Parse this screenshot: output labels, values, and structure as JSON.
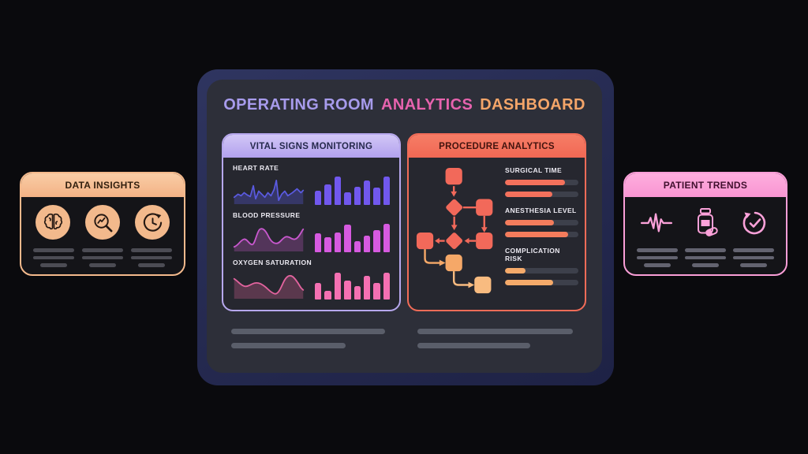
{
  "canvas": {
    "background": "#0a0a0d"
  },
  "dashboard": {
    "title": {
      "part1": "OPERATING ROOM",
      "part2": "ANALYTICS",
      "part3": "DASHBOARD",
      "part1_color": "#a79bec",
      "part2_color": "#e763ae",
      "part3_color": "#f4a569"
    },
    "vital_signs": {
      "header": "VITAL SIGNS MONITORING",
      "accent": "#b7a8ee",
      "header_text_color": "#262a4d",
      "rows": [
        {
          "label": "HEART RATE",
          "line_type": "jagged",
          "line_color": "#5a5ae0",
          "area_color": "rgba(90,90,224,0.32)",
          "bar_color": "#7158ee",
          "bars": [
            0.48,
            0.68,
            0.95,
            0.42,
            0.6,
            0.82,
            0.58,
            0.96
          ]
        },
        {
          "label": "BLOOD PRESSURE",
          "line_type": "smooth",
          "line_color": "#c858ce",
          "area_color": "rgba(200,88,206,0.28)",
          "bar_color": "#d65ae0",
          "bars": [
            0.62,
            0.5,
            0.66,
            0.92,
            0.38,
            0.56,
            0.74,
            0.96
          ]
        },
        {
          "label": "OXYGEN SATURATION",
          "line_type": "smooth",
          "line_color": "#e2639e",
          "area_color": "rgba(226,99,158,0.28)",
          "bar_color": "#f470b2",
          "bars": [
            0.55,
            0.3,
            0.9,
            0.62,
            0.45,
            0.8,
            0.55,
            0.9
          ]
        }
      ]
    },
    "procedure": {
      "header": "PROCEDURE ANALYTICS",
      "accent": "#f26c58",
      "header_text_color": "#43140e",
      "flow_colors": {
        "coral": "#f2695a",
        "amber": "#f5a868",
        "peach": "#f8bb80"
      },
      "metrics": [
        {
          "label": "SURGICAL TIME",
          "color": "#f4715c",
          "bars": [
            0.82,
            0.64
          ]
        },
        {
          "label": "ANESTHESIA LEVEL",
          "color": "#f47c5c",
          "bars": [
            0.67,
            0.86
          ]
        },
        {
          "label": "COMPLICATION RISK",
          "color": "#f5aa6a",
          "bars": [
            0.28,
            0.66
          ]
        }
      ]
    }
  },
  "left_card": {
    "title": "DATA INSIGHTS",
    "accent": "#f3b98c",
    "icons": [
      {
        "name": "brain-icon"
      },
      {
        "name": "chart-magnifier-icon"
      },
      {
        "name": "clock-refresh-icon"
      }
    ]
  },
  "right_card": {
    "title": "PATIENT TRENDS",
    "accent": "#fa9ed7",
    "icons": [
      {
        "name": "heartbeat-icon"
      },
      {
        "name": "medicine-bottle-icon"
      },
      {
        "name": "history-check-icon"
      }
    ]
  }
}
